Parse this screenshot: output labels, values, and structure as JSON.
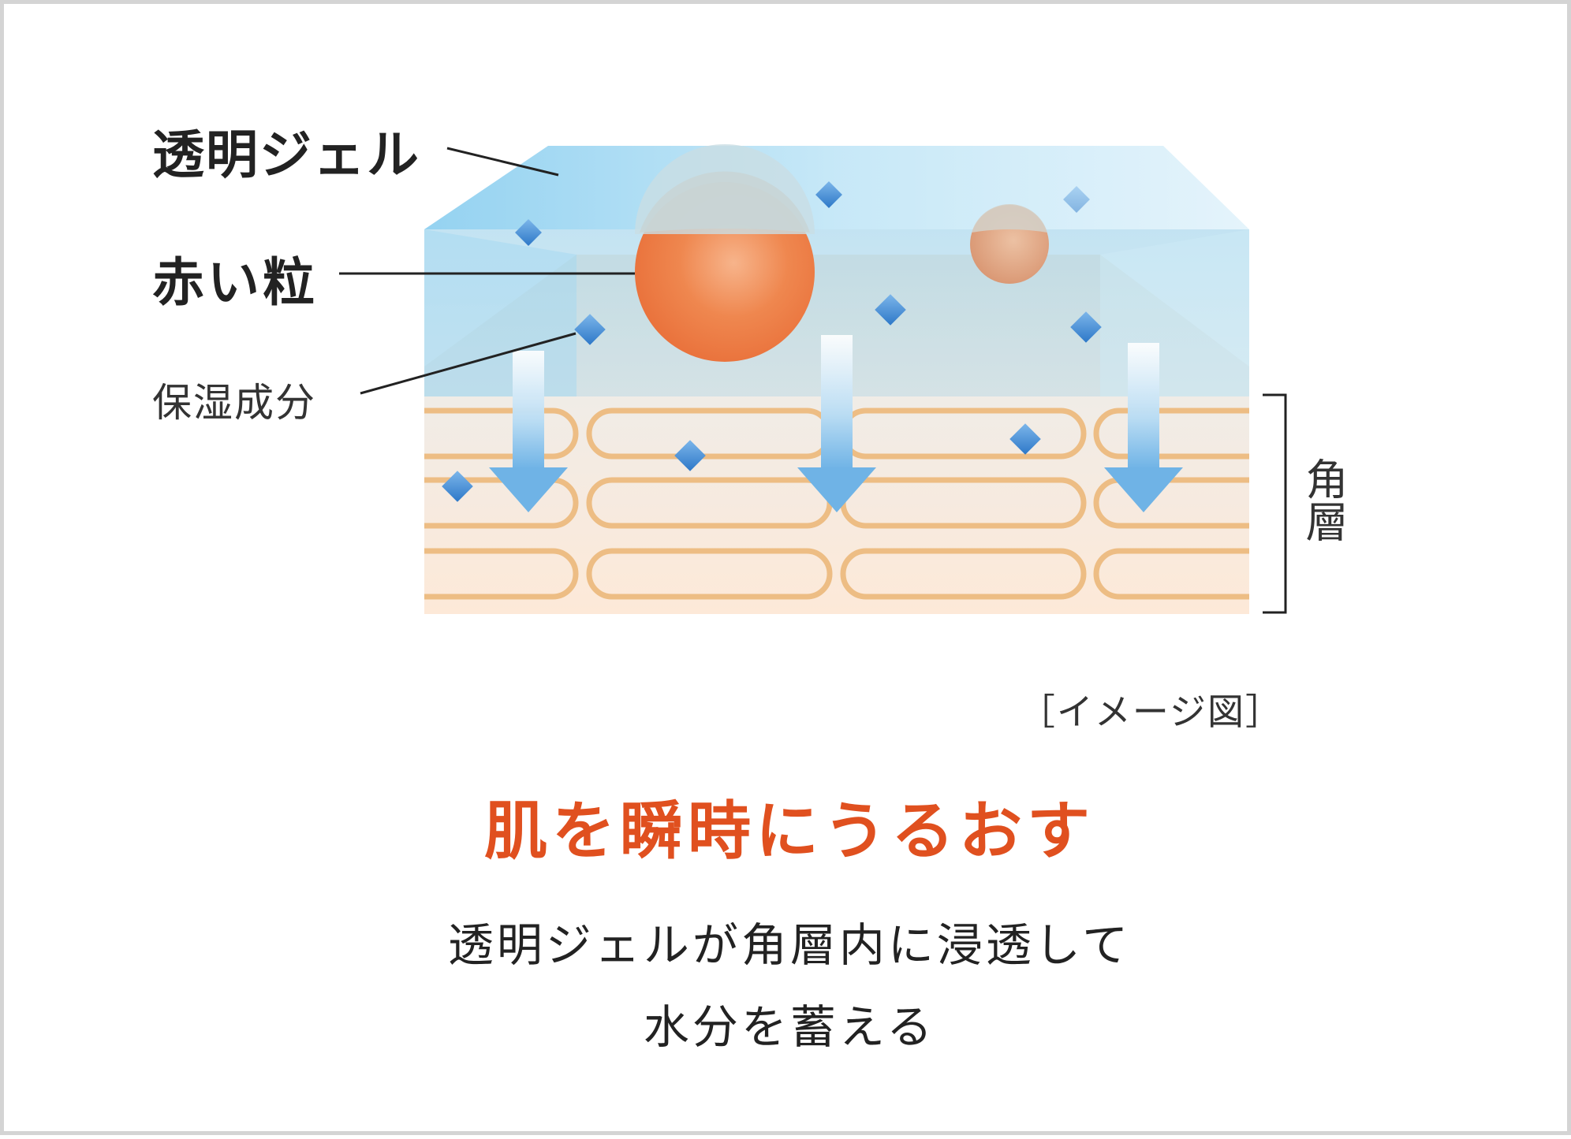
{
  "labels": {
    "gel": "透明ジェル",
    "red_particle": "赤い粒",
    "moisturizer": "保湿成分",
    "stratum_corneum": "角層"
  },
  "caption": "［イメージ図］",
  "headline": "肌を瞬時にうるおす",
  "body": {
    "line1": "透明ジェルが角層内に浸透して",
    "line2": "水分を蓄える"
  },
  "colors": {
    "headline": "#e0501f",
    "gel_blue": "#a9dcf3",
    "particle_orange": "#ee7f4a",
    "moisture_blue": "#3d8fd6",
    "cell_outline": "#edbd84"
  }
}
